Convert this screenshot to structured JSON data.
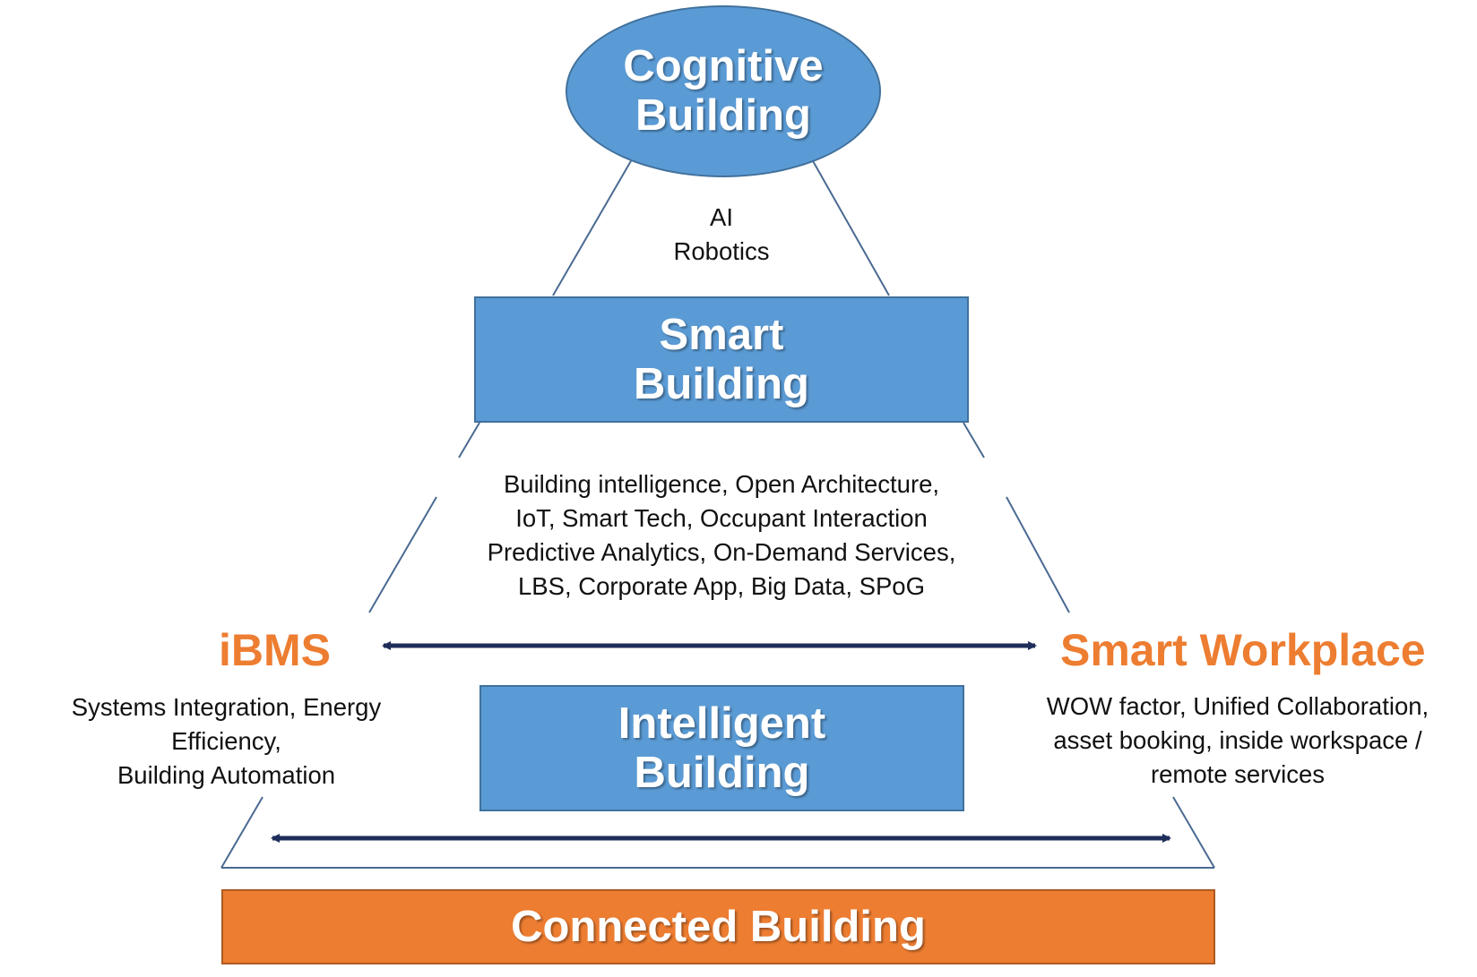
{
  "colors": {
    "box_blue": "#5b9bd5",
    "box_blue_border": "#41719c",
    "box_orange": "#ed7d31",
    "heading_orange": "#ed7d31",
    "arrow_navy": "#1f2d5a",
    "line_slate": "#4a6a92"
  },
  "cognitive": {
    "line1": "Cognitive",
    "line2": "Building"
  },
  "ai_text": {
    "line1": "AI",
    "line2": "Robotics"
  },
  "smart": {
    "line1": "Smart",
    "line2": "Building"
  },
  "smart_desc": {
    "line1": "Building intelligence, Open Architecture,",
    "line2": "IoT, Smart Tech, Occupant Interaction",
    "line3": "Predictive Analytics, On-Demand Services,",
    "line4": "LBS, Corporate App, Big Data, SPoG"
  },
  "ibms": {
    "title": "iBMS",
    "line1": "Systems Integration, Energy",
    "line2": "Efficiency,",
    "line3": "Building Automation"
  },
  "workplace": {
    "title": "Smart Workplace",
    "line1": "WOW factor, Unified Collaboration,",
    "line2": "asset booking, inside workspace /",
    "line3": "remote services"
  },
  "intelligent": {
    "line1": "Intelligent",
    "line2": "Building"
  },
  "connected": {
    "label": "Connected Building"
  }
}
